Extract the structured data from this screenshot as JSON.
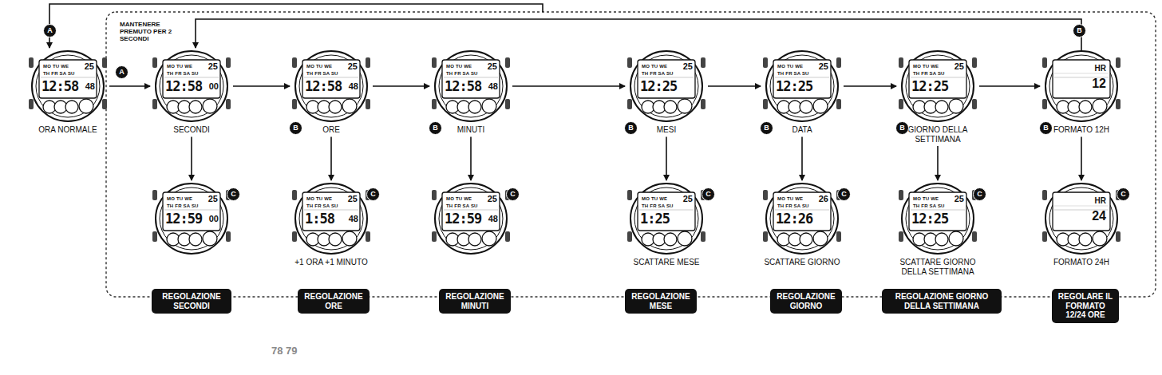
{
  "diagram": {
    "nodes": [
      {
        "text": [
          "MO TU WE",
          "TH FR SA SU",
          "25",
          "12:58",
          "48",
          "ORA NORMALE"
        ]
      },
      {
        "text": [
          "MO TU WE",
          "TH FR SA SU",
          "25",
          "12:58",
          "00",
          "SECONDI"
        ]
      },
      {
        "text": [
          "MO TU WE",
          "TH FR SA SU",
          "25",
          "12:58",
          "48",
          "ORE"
        ]
      },
      {
        "text": [
          "MO TU WE",
          "TH FR SA SU",
          "25",
          "12:58",
          "48",
          "MINUTI"
        ]
      },
      {
        "text": [
          "MO TU WE",
          "TH FR SA SU",
          "25",
          "12:25",
          "MESI"
        ]
      },
      {
        "text": [
          "MO TU WE",
          "TH FR SA SU",
          "25",
          "12:25",
          "DATA"
        ]
      },
      {
        "text": [
          "MO TU WE",
          "TH FR SA SU",
          "25",
          "12:25",
          "GIORNO DELLA SETTIMANA"
        ]
      },
      {
        "text": [
          "HR",
          "12",
          "FORMATO 12H"
        ]
      },
      {
        "text": [
          "MO TU WE",
          "TH FR SA SU",
          "25",
          "12:59",
          "00"
        ]
      },
      {
        "text": [
          "MO TU WE",
          "TH FR SA SU",
          "25",
          "1:58",
          "48",
          "+1 ORA +1 MINUTO"
        ]
      },
      {
        "text": [
          "MO TU WE",
          "TH FR SA SU",
          "25",
          "12:59",
          "48"
        ]
      },
      {
        "text": [
          "MO TU WE",
          "TH FR SA SU",
          "25",
          "1:25",
          "SCATTARE MESE"
        ]
      },
      {
        "text": [
          "MO TU WE",
          "TH FR SA SU",
          "26",
          "12:26",
          "SCATTARE GIORNO"
        ]
      },
      {
        "text": [
          "MO TU WE",
          "TH FR SA SU",
          "25",
          "12:25",
          "SCATTARE GIORNO DELLA SETTIMANA"
        ]
      },
      {
        "text": [
          "HR",
          "24",
          "FORMATO 24H"
        ]
      },
      {
        "text": [
          "REGOLAZIONE SECONDI"
        ]
      },
      {
        "text": [
          "REGOLAZIONE ORE"
        ]
      },
      {
        "text": [
          "REGOLAZIONE MINUTI"
        ]
      },
      {
        "text": [
          "REGOLAZIONE MESE"
        ]
      },
      {
        "text": [
          "REGOLAZIONE GIORNO"
        ]
      },
      {
        "text": [
          "REGOLAZIONE GIORNO DELLA SETTIMANA"
        ]
      },
      {
        "text": [
          "REGOLARE IL FORMATO 12/24 ORE"
        ]
      }
    ],
    "edges": [
      {
        "from": 0,
        "to": 1,
        "arrow": "to"
      },
      {
        "from": 1,
        "to": 2,
        "arrow": "to"
      },
      {
        "from": 2,
        "to": 3,
        "arrow": "to"
      },
      {
        "from": 3,
        "to": 4,
        "arrow": "to"
      },
      {
        "from": 4,
        "to": 5,
        "arrow": "to"
      },
      {
        "from": 5,
        "to": 6,
        "arrow": "to"
      },
      {
        "from": 6,
        "to": 7,
        "arrow": "to"
      },
      {
        "from": 7,
        "to": 1,
        "arrow": "to"
      },
      {
        "from": 1,
        "to": 8,
        "arrow": "to"
      },
      {
        "from": 2,
        "to": 9,
        "arrow": "to"
      },
      {
        "from": 3,
        "to": 10,
        "arrow": "to"
      },
      {
        "from": 4,
        "to": 11,
        "arrow": "to"
      },
      {
        "from": 5,
        "to": 12,
        "arrow": "to"
      },
      {
        "from": 6,
        "to": 13,
        "arrow": "to"
      },
      {
        "from": 7,
        "to": 14,
        "arrow": "to"
      }
    ],
    "labels": [
      "MANTENERE PREMUTO PER 2 SECONDI",
      "A",
      "A",
      "B",
      "B",
      "B",
      "B",
      "B",
      "B",
      "B",
      "C",
      "C",
      "C",
      "C",
      "C",
      "C",
      "C",
      "78 79"
    ]
  }
}
